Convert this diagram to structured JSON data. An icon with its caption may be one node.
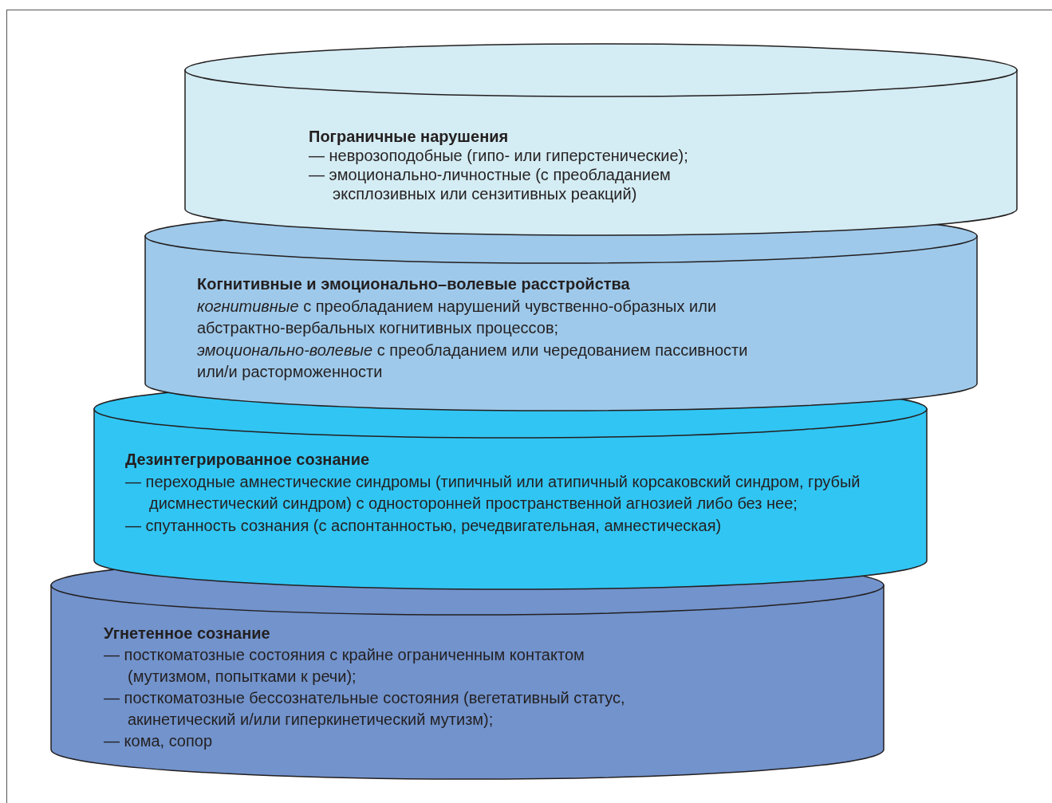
{
  "diagram": {
    "nodes": [
      {
        "text": [
          "Пограничные нарушения",
          "— неврозоподобные (гипо- или гиперстенические);",
          "— эмоционально-личностные (с преобладанием эксплозивных или сензитивных реакций)"
        ]
      },
      {
        "text": [
          "Когнитивные и эмоционально–волевые расстройства",
          "*когнитивные* с преобладанием нарушений чувственно-образных или абстрактно-вербальных когнитивных процессов;",
          "*эмоционально-волевые* с преобладанием или чередованием пассивности или/и расторможенности"
        ]
      },
      {
        "text": [
          "Дезинтегрированное сознание",
          "— переходные амнестические синдромы (типичный или атипичный корсаковский синдром, грубый дисмнестический синдром) с односторонней пространственной агнозией либо без нее;",
          "— спутанность сознания (с аспонтанностью, речедвигательная, амнестическая)"
        ]
      },
      {
        "text": [
          "Угнетенное сознание",
          "— посткоматозные состояния с крайне ограниченным контактом (мутизмом, попытками к речи);",
          "— посткоматозные бессознательные состояния (вегетативный статус, акинетический и/или гиперкинетический мутизм);",
          "— кома, сопор"
        ]
      }
    ],
    "edges": []
  }
}
